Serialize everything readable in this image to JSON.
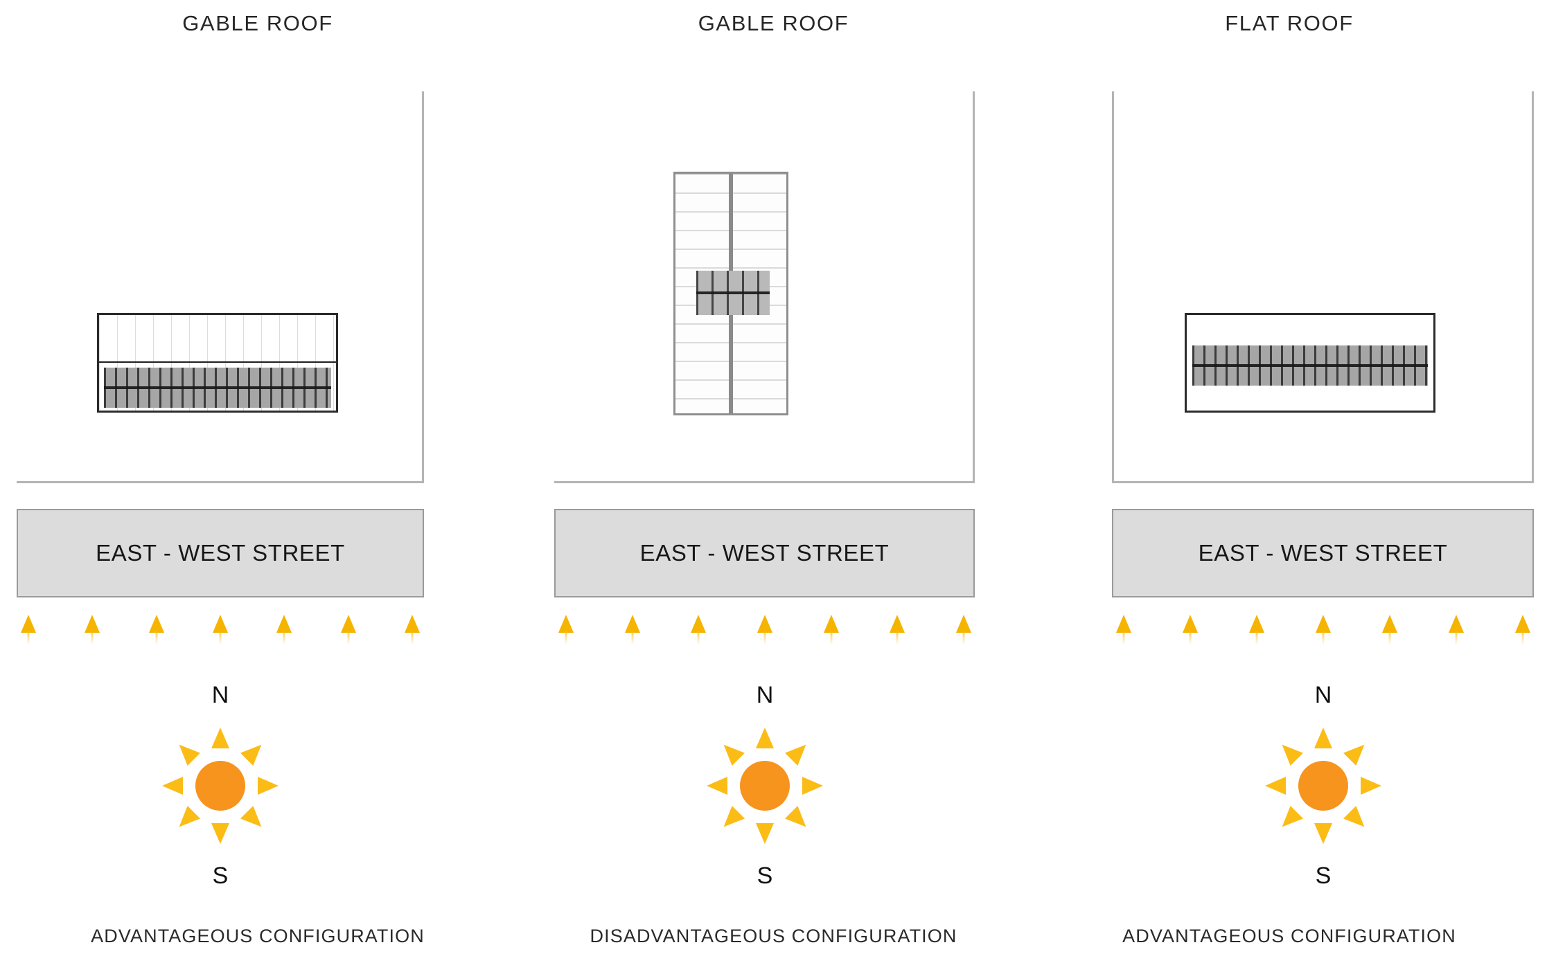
{
  "figure": {
    "title_row": [
      "GABLE ROOF",
      "GABLE ROOF",
      "FLAT ROOF"
    ],
    "street_label": "EAST - WEST STREET",
    "compass": {
      "north": "N",
      "south": "S"
    },
    "colors": {
      "sun_core": "#f7941d",
      "sun_ray": "#fbbc16",
      "ray_arrow": "#f5b400",
      "street_fill": "#dcdcdc",
      "street_border": "#9a9a9a",
      "lot_line": "#b4b4b4",
      "building_outline": "#2b2b2b",
      "solar_panel_fill": "#a6a6a6",
      "roof_tile_line": "#a0a0a0"
    }
  },
  "panels": [
    {
      "id": "panel-gable-ew-ridge",
      "title": "GABLE ROOF",
      "roof_type": "gable",
      "ridge_orientation": "east-west",
      "solar_on_slope": "south",
      "street_label": "EAST - WEST STREET",
      "north_label": "N",
      "south_label": "S",
      "caption": "ADVANTAGEOUS CONFIGURATION",
      "ray_arrow_count": 7
    },
    {
      "id": "panel-gable-ns-ridge",
      "title": "GABLE ROOF",
      "roof_type": "gable",
      "ridge_orientation": "north-south",
      "solar_on_slope": "both (straddling ridge)",
      "street_label": "EAST - WEST STREET",
      "north_label": "N",
      "south_label": "S",
      "caption": "DISADVANTAGEOUS CONFIGURATION",
      "ray_arrow_count": 7
    },
    {
      "id": "panel-flat",
      "title": "FLAT ROOF",
      "roof_type": "flat",
      "ridge_orientation": "none",
      "solar_on_slope": "centered band",
      "street_label": "EAST - WEST STREET",
      "north_label": "N",
      "south_label": "S",
      "caption": "ADVANTAGEOUS CONFIGURATION",
      "ray_arrow_count": 7
    }
  ]
}
